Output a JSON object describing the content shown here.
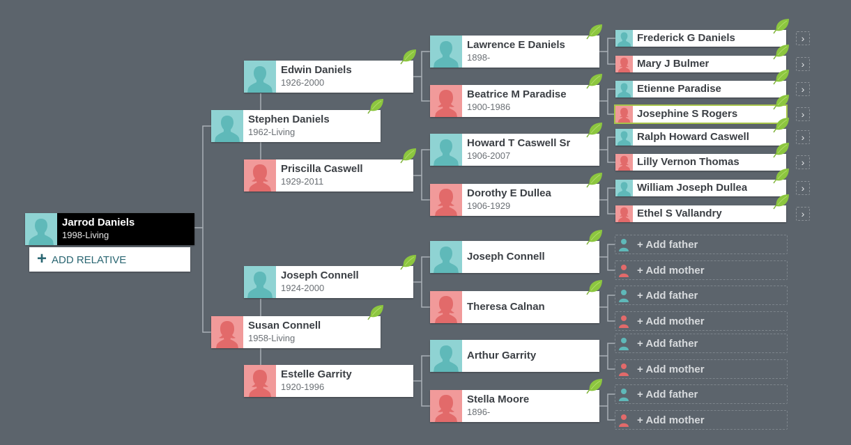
{
  "colors": {
    "background": "#5c646c",
    "male_photo": "#8fd3d3",
    "female_photo": "#f19a9a",
    "leaf": "#8cc63f",
    "selected_outline": "#a7c44a",
    "add_link": "#2a6672"
  },
  "root": {
    "name": "Jarrod Daniels",
    "dates": "1998-Living",
    "gender": "male"
  },
  "add_relative_label": "ADD RELATIVE",
  "add_father_label": "+ Add father",
  "add_mother_label": "+ Add mother",
  "expand_arrow": "›",
  "parents": [
    {
      "name": "Stephen Daniels",
      "dates": "1962-Living",
      "gender": "male",
      "hint": true
    },
    {
      "name": "Susan Connell",
      "dates": "1958-Living",
      "gender": "female",
      "hint": true
    }
  ],
  "grandparents": [
    {
      "name": "Edwin Daniels",
      "dates": "1926-2000",
      "gender": "male",
      "hint": true
    },
    {
      "name": "Priscilla Caswell",
      "dates": "1929-2011",
      "gender": "female",
      "hint": true
    },
    {
      "name": "Joseph Connell",
      "dates": "1924-2000",
      "gender": "male",
      "hint": true
    },
    {
      "name": "Estelle Garrity",
      "dates": "1920-1996",
      "gender": "female",
      "hint": false
    }
  ],
  "great_grandparents": [
    {
      "name": "Lawrence E Daniels",
      "dates": "1898-",
      "gender": "male",
      "hint": true
    },
    {
      "name": "Beatrice M Paradise",
      "dates": "1900-1986",
      "gender": "female",
      "hint": true
    },
    {
      "name": "Howard T Caswell Sr",
      "dates": "1906-2007",
      "gender": "male",
      "hint": true
    },
    {
      "name": "Dorothy E Dullea",
      "dates": "1906-1929",
      "gender": "female",
      "hint": true
    },
    {
      "name": "Joseph Connell",
      "dates": "",
      "gender": "male",
      "hint": true
    },
    {
      "name": "Theresa Calnan",
      "dates": "",
      "gender": "female",
      "hint": true
    },
    {
      "name": "Arthur Garrity",
      "dates": "",
      "gender": "male",
      "hint": false
    },
    {
      "name": "Stella Moore",
      "dates": "1896-",
      "gender": "female",
      "hint": true
    }
  ],
  "great_great_grandparents": [
    {
      "name": "Frederick G Daniels",
      "gender": "male",
      "hint": true,
      "selected": false
    },
    {
      "name": "Mary J Bulmer",
      "gender": "female",
      "hint": true,
      "selected": false
    },
    {
      "name": "Etienne Paradise",
      "gender": "male",
      "hint": true,
      "selected": false
    },
    {
      "name": "Josephine S Rogers",
      "gender": "female",
      "hint": true,
      "selected": true
    },
    {
      "name": "Ralph Howard Caswell",
      "gender": "male",
      "hint": true,
      "selected": false
    },
    {
      "name": "Lilly Vernon Thomas",
      "gender": "female",
      "hint": true,
      "selected": false
    },
    {
      "name": "William Joseph Dullea",
      "gender": "male",
      "hint": true,
      "selected": false
    },
    {
      "name": "Ethel S Vallandry",
      "gender": "female",
      "hint": true,
      "selected": false
    }
  ]
}
